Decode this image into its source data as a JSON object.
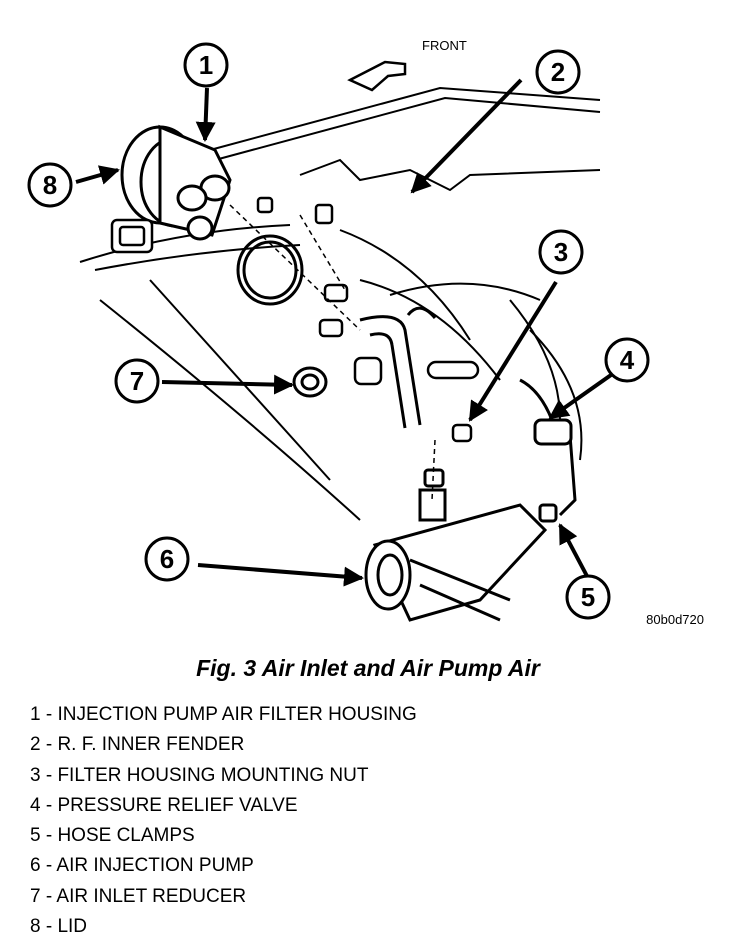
{
  "diagram": {
    "front_label": "FRONT",
    "image_code": "80b0d720",
    "callouts": [
      "1",
      "2",
      "3",
      "4",
      "5",
      "6",
      "7",
      "8"
    ]
  },
  "figure": {
    "title": "Fig. 3 Air Inlet and Air Pump Air"
  },
  "legend": [
    "1 - INJECTION PUMP AIR FILTER HOUSING",
    "2 - R. F. INNER FENDER",
    "3 - FILTER HOUSING MOUNTING NUT",
    "4 - PRESSURE RELIEF VALVE",
    "5 - HOSE CLAMPS",
    "6 - AIR INJECTION PUMP",
    "7 - AIR INLET REDUCER",
    "8 - LID"
  ]
}
